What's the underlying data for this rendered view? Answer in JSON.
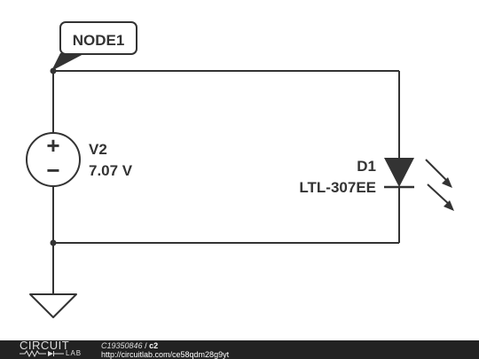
{
  "schematic": {
    "node_label": "NODE1",
    "source": {
      "name": "V2",
      "value": "7.07 V",
      "plus": "+",
      "minus": "−"
    },
    "diode": {
      "name": "D1",
      "part": "LTL-307EE"
    },
    "colors": {
      "wire": "#333333",
      "background": "#ffffff"
    }
  },
  "footer": {
    "brand_top": "CIRCUIT",
    "brand_bottom": "LAB",
    "circuit_id": "C19350846",
    "separator": "/",
    "circuit_name": "c2",
    "url": "http://circuitlab.com/ce58qdm28g9yt",
    "colors": {
      "background": "#222222",
      "text": "#ffffff"
    }
  }
}
